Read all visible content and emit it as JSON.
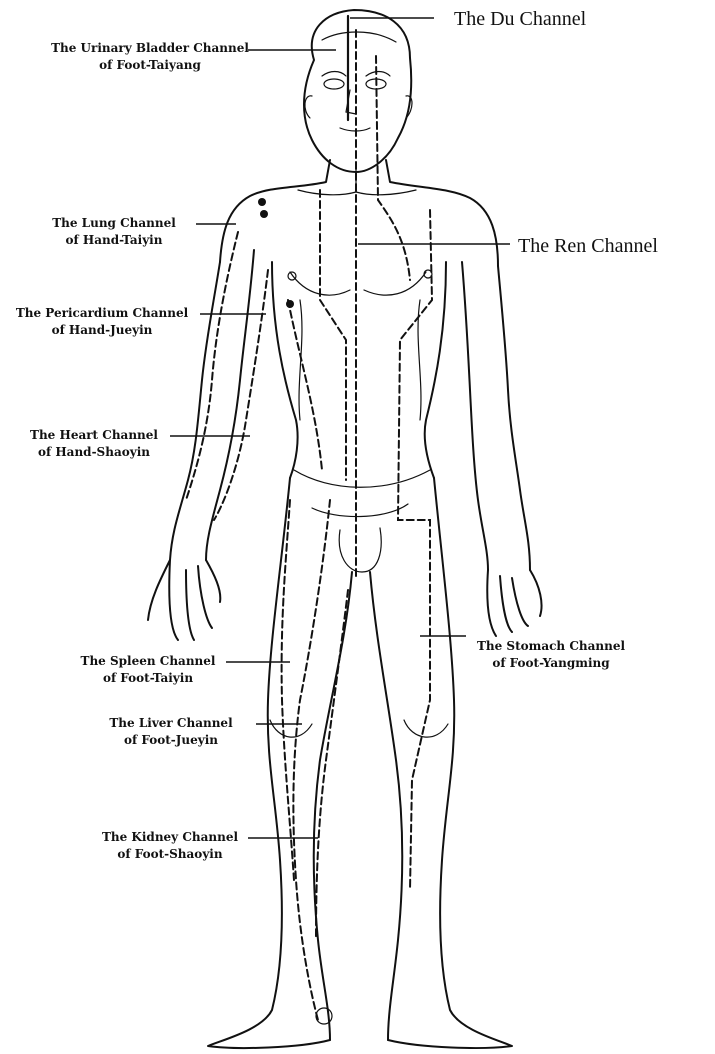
{
  "labels": {
    "du": "The Du Channel",
    "ren": "The Ren Channel",
    "urinary_bladder": [
      "The Urinary Bladder Channel",
      "of Foot-Taiyang"
    ],
    "lung": [
      "The Lung Channel",
      "of Hand-Taiyin"
    ],
    "pericardium": [
      "The Pericardium Channel",
      "of Hand-Jueyin"
    ],
    "heart": [
      "The Heart Channel",
      "of Hand-Shaoyin"
    ],
    "spleen": [
      "The Spleen Channel",
      "of Foot-Taiyin"
    ],
    "liver": [
      "The Liver Channel",
      "of Foot-Jueyin"
    ],
    "kidney": [
      "The Kidney Channel",
      "of Foot-Shaoyin"
    ],
    "stomach": [
      "The Stomach Channel",
      "of Foot-Yangming"
    ]
  }
}
